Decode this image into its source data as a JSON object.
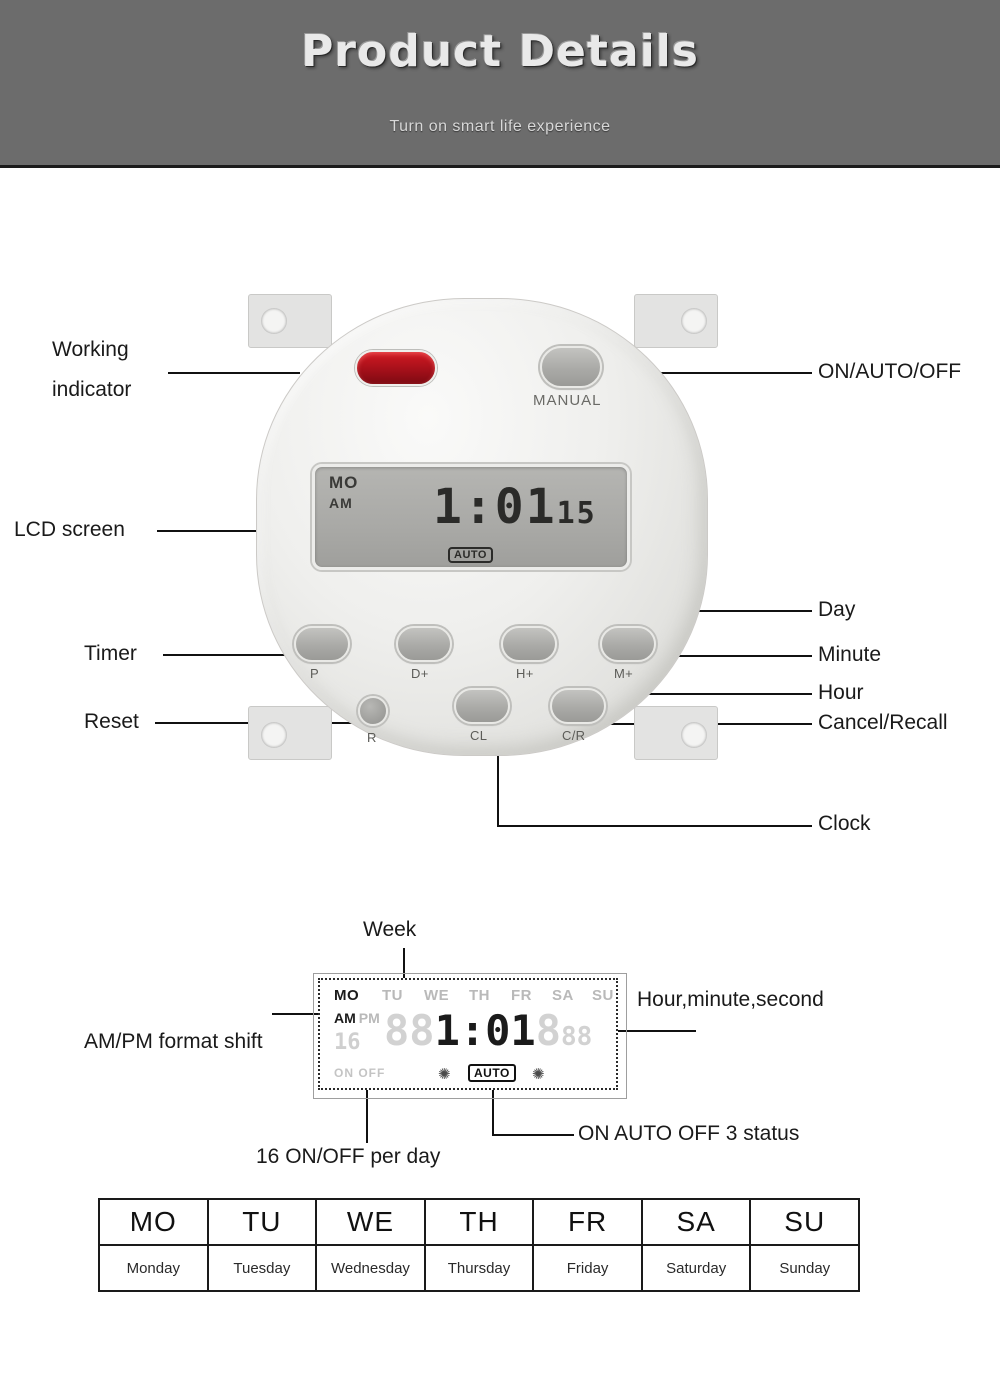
{
  "header": {
    "title": "Product Details",
    "subtitle": "Turn on smart life experience"
  },
  "device": {
    "callouts_left": [
      {
        "label_line1": "Working",
        "label_line2": "indicator"
      },
      {
        "label": "LCD screen"
      },
      {
        "label": "Timer"
      },
      {
        "label": "Reset"
      }
    ],
    "callouts_right": [
      {
        "label": "ON/AUTO/OFF"
      },
      {
        "label": "Day"
      },
      {
        "label": "Minute"
      },
      {
        "label": "Hour"
      },
      {
        "label": "Cancel/Recall"
      },
      {
        "label": "Clock"
      }
    ],
    "button_caps": {
      "manual": "MANUAL",
      "timer": "P",
      "day": "D+",
      "hour": "H+",
      "minute": "M+",
      "reset": "R",
      "clock": "CL",
      "cancel_recall": "C/R"
    },
    "lcd": {
      "weekday": "MO",
      "ampm": "AM",
      "time": "1:01",
      "seconds": "15",
      "auto_badge": "AUTO"
    },
    "colors": {
      "led": "#a5101a",
      "body": "#eaeae8",
      "lcd": "#a9a9a6"
    }
  },
  "lcd_diagram": {
    "callouts": [
      {
        "label": "Week"
      },
      {
        "label": "AM/PM format shift"
      },
      {
        "label": "Hour,minute,second"
      },
      {
        "label": "16 ON/OFF per day"
      },
      {
        "label": "ON AUTO OFF 3 status"
      }
    ],
    "days": [
      {
        "abbr": "MO",
        "active": true
      },
      {
        "abbr": "TU",
        "active": false
      },
      {
        "abbr": "WE",
        "active": false
      },
      {
        "abbr": "TH",
        "active": false
      },
      {
        "abbr": "FR",
        "active": false
      },
      {
        "abbr": "SA",
        "active": false
      },
      {
        "abbr": "SU",
        "active": false
      }
    ],
    "ampm": {
      "am": "AM",
      "pm": "PM"
    },
    "counter": "16",
    "time_ghost_left": "88",
    "time_main": "1:01",
    "time_ghost_right": "8",
    "seconds": "88",
    "on_off_label": "ON OFF",
    "auto_badge": "AUTO"
  },
  "day_table": {
    "rows": [
      {
        "abbr": "MO",
        "full": "Monday"
      },
      {
        "abbr": "TU",
        "full": "Tuesday"
      },
      {
        "abbr": "WE",
        "full": "Wednesday"
      },
      {
        "abbr": "TH",
        "full": "Thursday"
      },
      {
        "abbr": "FR",
        "full": "Friday"
      },
      {
        "abbr": "SA",
        "full": "Saturday"
      },
      {
        "abbr": "SU",
        "full": "Sunday"
      }
    ]
  }
}
